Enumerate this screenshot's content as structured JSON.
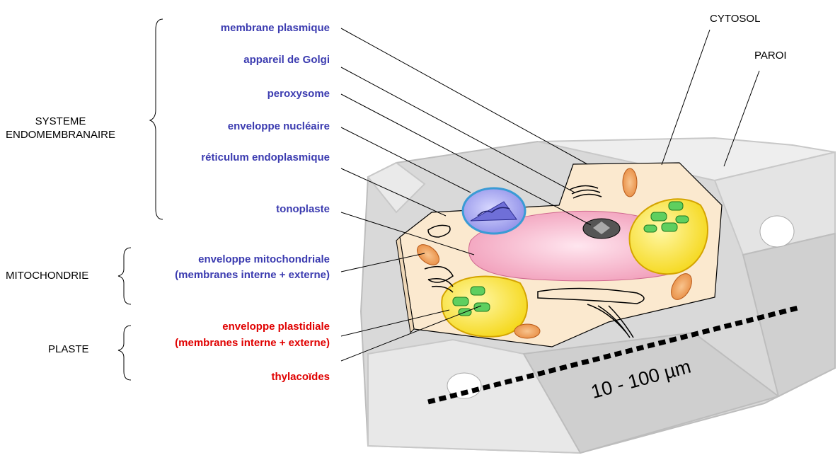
{
  "groups": {
    "endomembrane": "SYSTEME\nENDOMEMBRANAIRE",
    "mitochondrie": "MITOCHONDRIE",
    "plaste": "PLASTE"
  },
  "labels": {
    "membrane_plasmique": "membrane plasmique",
    "appareil_golgi": "appareil de Golgi",
    "peroxysome": "peroxysome",
    "enveloppe_nucleaire": "enveloppe nucléaire",
    "reticulum": "réticulum endoplasmique",
    "tonoplaste": "tonoplaste",
    "env_mito_1": "enveloppe mitochondriale",
    "env_mito_2": "(membranes interne + externe)",
    "env_plast_1": "enveloppe plastidiale",
    "env_plast_2": "(membranes interne + externe)",
    "thylacoides": "thylacoïdes",
    "cytosol": "CYTOSOL",
    "paroi": "PAROI"
  },
  "scale": "10 - 100 µm",
  "colors": {
    "blue_label": "#3b3bb0",
    "red_label": "#e00000",
    "wall_gray": "#d6d6d6",
    "cytosol": "#fbe9cf",
    "vacuole": "#f3a8c2",
    "chloroplast": "#f7e437",
    "thylakoid": "#4fc84f",
    "mitochondria": "#f0a060",
    "nucleus": "#a9a9f0"
  }
}
